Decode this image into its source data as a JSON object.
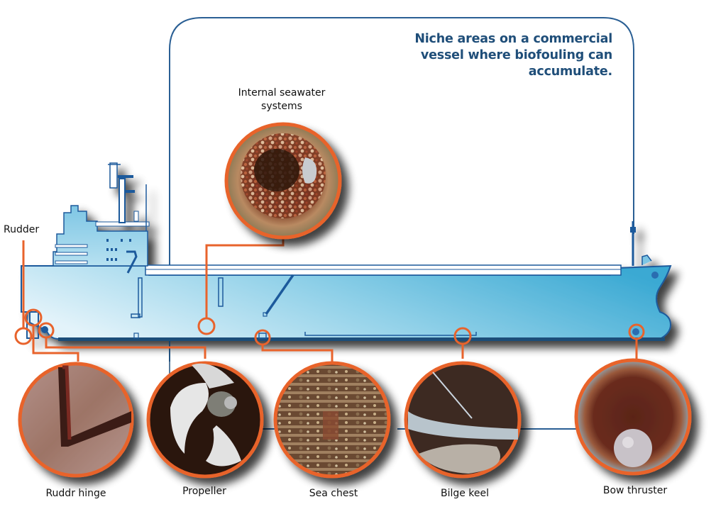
{
  "title": "Niche areas on a commercial vessel where biofouling can accumulate.",
  "colors": {
    "accent_orange": "#e8632c",
    "outline_blue": "#1f5a9c",
    "hull_light": "#d7eef7",
    "hull_dark": "#3fb0d6",
    "title_blue": "#1f4e79"
  },
  "callouts": {
    "internal_seawater": {
      "label": "Internal seawater systems",
      "line1": "Internal seawater",
      "line2": "systems",
      "icon": "pipe-interior-photo"
    },
    "rudder": {
      "label": "Rudder"
    },
    "rudder_hinge": {
      "label": "Ruddr hinge",
      "icon": "rudder-hinge-photo"
    },
    "propeller": {
      "label": "Propeller",
      "icon": "propeller-photo"
    },
    "sea_chest": {
      "label": "Sea chest",
      "icon": "sea-chest-grate-photo"
    },
    "bilge_keel": {
      "label": "Bilge keel",
      "icon": "bilge-keel-photo"
    },
    "bow_thruster": {
      "label": "Bow thruster",
      "icon": "bow-thruster-photo"
    }
  }
}
